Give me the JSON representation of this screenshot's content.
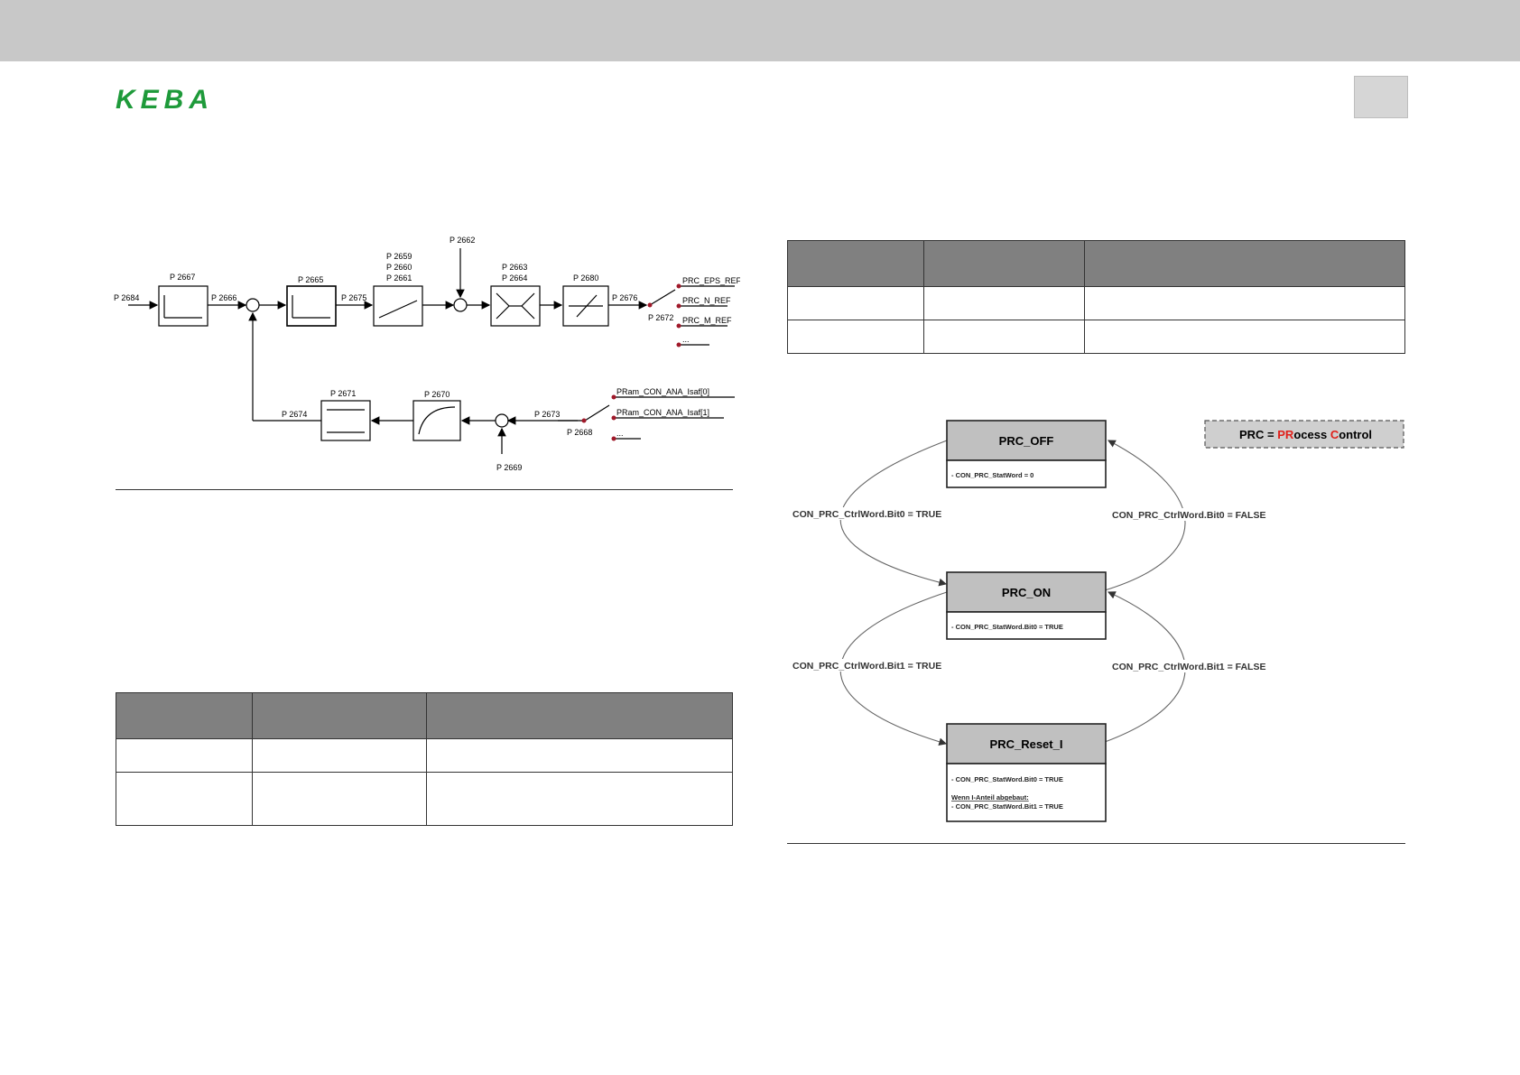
{
  "header": {
    "brand": "KEBA",
    "brand_color": "#1e9a3a",
    "bar_color": "#c8c8c8"
  },
  "control_diagram": {
    "params": {
      "p2684": "P 2684",
      "p2667": "P 2667",
      "p2666": "P 2666",
      "p2665": "P 2665",
      "p2675": "P 2675",
      "p2659": "P 2659",
      "p2660": "P 2660",
      "p2661": "P 2661",
      "p2662": "P 2662",
      "p2663": "P 2663",
      "p2664": "P 2664",
      "p2680": "P 2680",
      "p2676": "P 2676",
      "p2672": "P 2672",
      "p2671": "P 2671",
      "p2670": "P 2670",
      "p2674": "P 2674",
      "p2673": "P 2673",
      "p2668": "P 2668",
      "p2669": "P 2669"
    },
    "outputs": [
      "PRC_EPS_REF",
      "PRC_N_REF",
      "PRC_M_REF",
      "..."
    ],
    "feedback_inputs": [
      "PRam_CON_ANA_Isaf[0]",
      "PRam_CON_ANA_Isaf[1]",
      "..."
    ],
    "switch_color": "#a0192a"
  },
  "table_left": {
    "rows": 2
  },
  "table_right": {
    "rows": 2
  },
  "state_diagram": {
    "legend": {
      "prefix": "PRC = ",
      "pr": "PR",
      "ocess": "ocess ",
      "c": "C",
      "ontrol": "ontrol",
      "highlight_color": "#e0201b"
    },
    "states": {
      "off": {
        "title": "PRC_OFF",
        "line1": "- CON_PRC_StatWord = 0"
      },
      "on": {
        "title": "PRC_ON",
        "line1": "- CON_PRC_StatWord.Bit0 = TRUE"
      },
      "reset": {
        "title": "PRC_Reset_I",
        "line1": "- CON_PRC_StatWord.Bit0 = TRUE",
        "line2": "Wenn I-Anteil abgebaut:",
        "line3": "- CON_PRC_StatWord.Bit1 = TRUE"
      }
    },
    "transitions": {
      "off_to_on": "CON_PRC_CtrlWord.Bit0 = TRUE",
      "on_to_off": "CON_PRC_CtrlWord.Bit0 = FALSE",
      "on_to_reset": "CON_PRC_CtrlWord.Bit1 = TRUE",
      "reset_to_on": "CON_PRC_CtrlWord.Bit1 = FALSE"
    },
    "header_fill": "#c0c0c0"
  }
}
